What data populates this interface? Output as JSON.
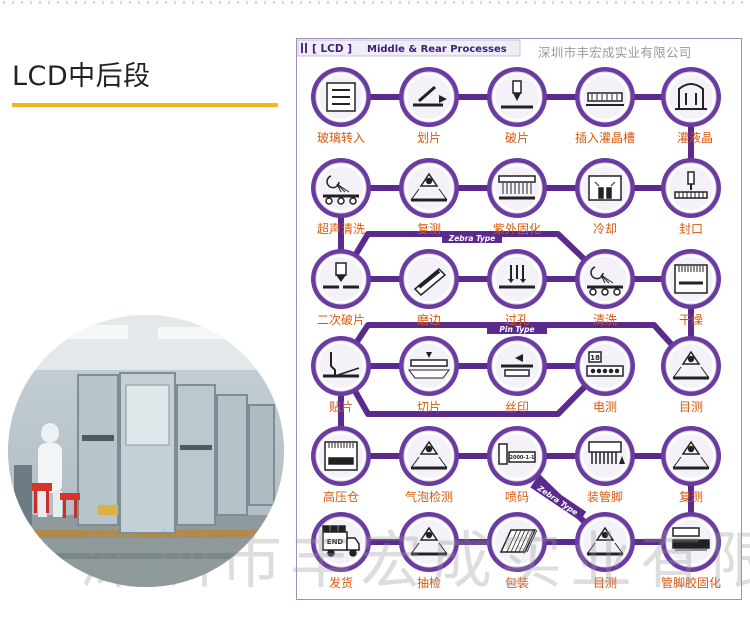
{
  "page": {
    "heading": "LCD中后段",
    "company": "深圳市丰宏成实业有限公司",
    "watermark": "深圳市丰宏成实业有限公司"
  },
  "process_chart": {
    "header_bracket": "[ LCD ]",
    "header_title": "Middle & Rear Processes",
    "route_labels": [
      "Zebra Type",
      "Pin Type",
      "Zebra Type"
    ],
    "steps": [
      {
        "label": "玻璃转入",
        "icon": "glass-input-icon"
      },
      {
        "label": "划片",
        "icon": "scribe-icon"
      },
      {
        "label": "破片",
        "icon": "break-icon"
      },
      {
        "label": "插入灌晶槽",
        "icon": "insert-tank-icon"
      },
      {
        "label": "灌液晶",
        "icon": "lc-fill-icon"
      },
      {
        "label": "超声清洗",
        "icon": "ultrasonic-clean-icon"
      },
      {
        "label": "复测",
        "icon": "retest-icon"
      },
      {
        "label": "紫外固化",
        "icon": "uv-cure-icon"
      },
      {
        "label": "冷却",
        "icon": "cooling-icon"
      },
      {
        "label": "封口",
        "icon": "seal-icon"
      },
      {
        "label": "二次破片",
        "icon": "second-break-icon"
      },
      {
        "label": "磨边",
        "icon": "edge-grind-icon"
      },
      {
        "label": "过孔",
        "icon": "via-hole-icon"
      },
      {
        "label": "清洗",
        "icon": "clean-icon"
      },
      {
        "label": "干燥",
        "icon": "dry-icon"
      },
      {
        "label": "贴片",
        "icon": "attach-icon"
      },
      {
        "label": "切片",
        "icon": "slice-icon"
      },
      {
        "label": "丝印",
        "icon": "silkscreen-icon"
      },
      {
        "label": "电测",
        "icon": "electrical-test-icon"
      },
      {
        "label": "目测",
        "icon": "visual-inspect-icon"
      },
      {
        "label": "高压仓",
        "icon": "autoclave-icon"
      },
      {
        "label": "气泡检测",
        "icon": "bubble-check-icon"
      },
      {
        "label": "喷码",
        "icon": "inkjet-code-icon"
      },
      {
        "label": "装管脚",
        "icon": "pin-mount-icon"
      },
      {
        "label": "复测",
        "icon": "retest-icon"
      },
      {
        "label": "发货",
        "icon": "shipping-truck-icon"
      },
      {
        "label": "抽检",
        "icon": "sample-check-icon"
      },
      {
        "label": "包装",
        "icon": "packing-icon"
      },
      {
        "label": "目测",
        "icon": "visual-inspect-icon"
      },
      {
        "label": "管脚胶固化",
        "icon": "pin-glue-cure-icon"
      }
    ],
    "icon_texts": {
      "inkjet_sample": "2000-1-1",
      "counter_value": "18",
      "end_label": "END"
    }
  },
  "colors": {
    "accent_bar": "#f3b619",
    "route_purple": "#5a2a8c",
    "node_ring": "#6a3ba0",
    "label_orange": "#d85a10"
  }
}
